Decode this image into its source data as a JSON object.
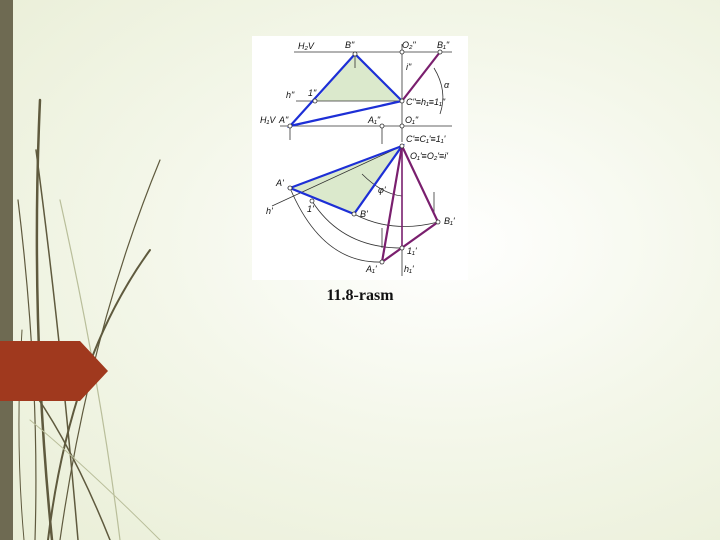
{
  "slide": {
    "caption": "11.8-rasm",
    "colors": {
      "background": "#eef2df",
      "left_bar": "#6e6a52",
      "arrow_tab": "#a0391e",
      "triangle_blue": "#1d2fd6",
      "rotated_purple": "#7a1f6e",
      "fill_green": "#dbe9cc"
    }
  },
  "diagram": {
    "labels": {
      "H2V": "H₂V",
      "B_pp": "B\"",
      "O2_pp": "O₂\"",
      "B1_pp": "B₁\"",
      "i_pp": "i\"",
      "alpha": "α",
      "h_pp": "h\"",
      "one_pp": "1\"",
      "C_pp": "C\"≡h₁≡1₁\"",
      "H1V": "H₁V",
      "A_pp": "A\"",
      "A1_pp": "A₁\"",
      "O1_pp": "O₁\"",
      "C_p": "C'≡C₁'≡1₁'",
      "O1_p": "O₁'≡O₂'≡i'",
      "A_p": "A'",
      "phi": "φ'",
      "h_p": "h'",
      "one_p": "1'",
      "B_p": "B'",
      "B1_p": "B₁'",
      "one1_p": "1₁'",
      "A1_p": "A₁'",
      "h1_p": "h₁'"
    }
  }
}
